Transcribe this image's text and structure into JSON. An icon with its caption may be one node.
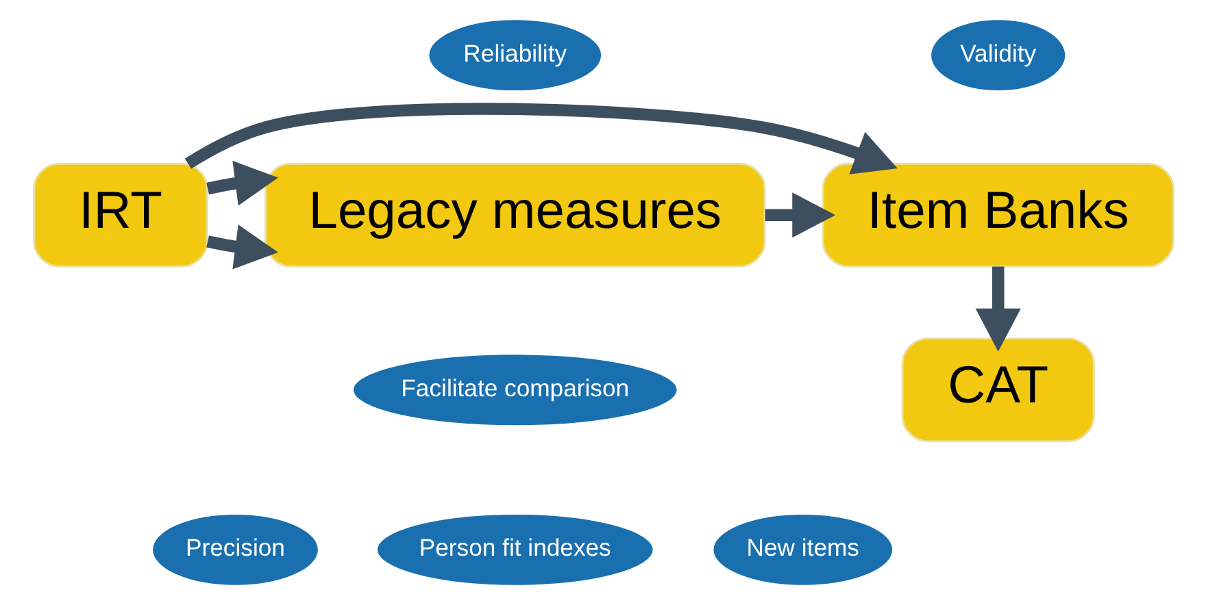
{
  "diagram": {
    "nodes": [
      {
        "text": [
          "Legacy measures"
        ]
      },
      {
        "text": [
          "IRT"
        ]
      },
      {
        "text": [
          "Item Banks"
        ]
      },
      {
        "text": [
          "CAT"
        ]
      },
      {
        "text": [
          "Reliability"
        ]
      },
      {
        "text": [
          "Validity"
        ]
      },
      {
        "text": [
          "Facilitate comparison"
        ]
      },
      {
        "text": [
          "Precision"
        ]
      },
      {
        "text": [
          "Person fit indexes"
        ]
      },
      {
        "text": [
          "New items"
        ]
      }
    ],
    "edges": [
      {
        "from": 0,
        "to": 2,
        "arrow": "to"
      },
      {
        "from": 1,
        "to": 0,
        "arrow": "to"
      },
      {
        "from": 1,
        "to": 2,
        "arrow": "to"
      },
      {
        "from": 2,
        "to": 3,
        "arrow": "to"
      },
      {
        "from": 1,
        "to": 0,
        "arrow": "to"
      }
    ]
  }
}
